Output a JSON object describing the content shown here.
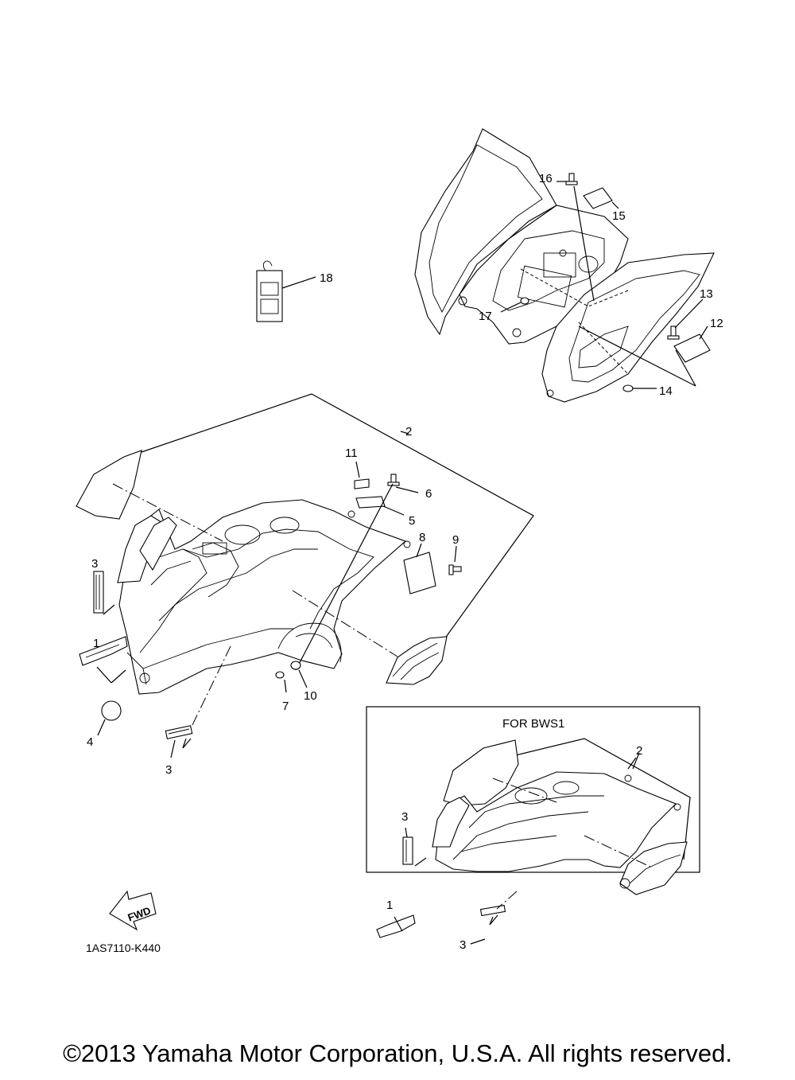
{
  "diagram": {
    "drawing_code": "1AS7110-K440",
    "inset_title": "FOR BWS1",
    "fwd_label": "FWD",
    "callouts": {
      "c1": "1",
      "c2": "2",
      "c3a": "3",
      "c3b": "3",
      "c4": "4",
      "c5": "5",
      "c6": "6",
      "c7": "7",
      "c8": "8",
      "c9": "9",
      "c10": "10",
      "c11": "11",
      "c12": "12",
      "c13": "13",
      "c14": "14",
      "c15": "15",
      "c16": "16",
      "c17": "17",
      "c18": "18",
      "i1": "1",
      "i2": "2",
      "i3a": "3",
      "i3b": "3"
    }
  },
  "footer": {
    "copyright": "©2013 Yamaha Motor Corporation, U.S.A. All rights reserved."
  }
}
